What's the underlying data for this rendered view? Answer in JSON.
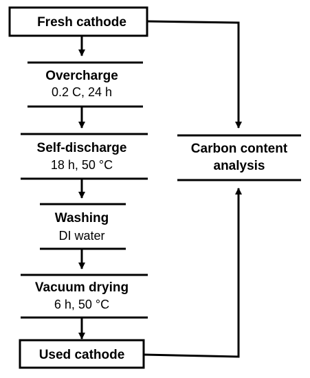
{
  "diagram": {
    "start_node": {
      "label": "Fresh cathode"
    },
    "steps": [
      {
        "title": "Overcharge",
        "detail": "0.2 C, 24 h"
      },
      {
        "title": "Self-discharge",
        "detail": "18 h, 50 °C"
      },
      {
        "title": "Washing",
        "detail": "DI water"
      },
      {
        "title": "Vacuum drying",
        "detail": "6 h, 50 °C"
      }
    ],
    "end_node": {
      "label": "Used cathode"
    },
    "analysis_node": {
      "line1": "Carbon content",
      "line2": "analysis"
    }
  },
  "colors": {
    "stroke": "#000000",
    "background": "#ffffff",
    "text": "#000000"
  }
}
